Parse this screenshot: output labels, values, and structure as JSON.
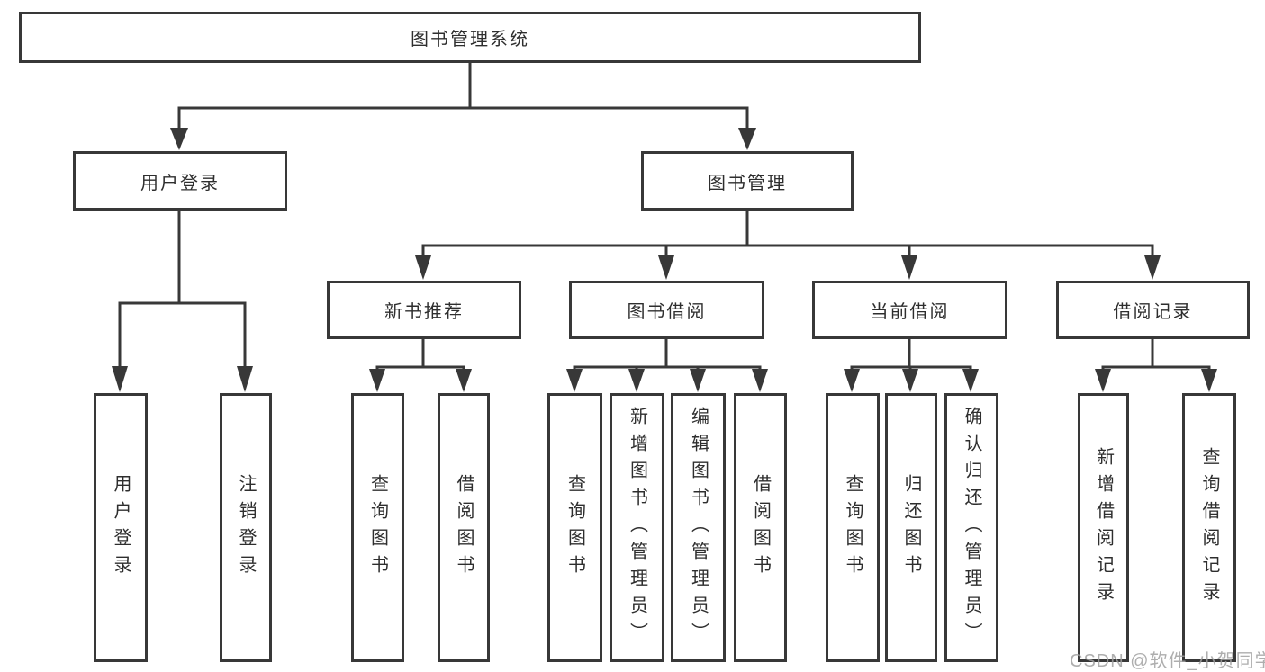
{
  "colors": {
    "line": "#383838",
    "text": "#2e2e2e",
    "box_background": "#ffffff",
    "watermark": "#a0a0a0",
    "background": "#ffffff"
  },
  "watermark": {
    "text": "CSDN @软件_小贺同学"
  },
  "tree": {
    "root": {
      "label": "图书管理系统"
    },
    "level2": [
      {
        "label": "用户登录",
        "children": [
          {
            "label": "用户登录"
          },
          {
            "label": "注销登录"
          }
        ]
      },
      {
        "label": "图书管理",
        "children": [
          {
            "label": "新书推荐",
            "children": [
              {
                "label": "查询图书"
              },
              {
                "label": "借阅图书"
              }
            ]
          },
          {
            "label": "图书借阅",
            "children": [
              {
                "label": "查询图书"
              },
              {
                "label": "新增图书（管理员）"
              },
              {
                "label": "编辑图书（管理员）"
              },
              {
                "label": "借阅图书"
              }
            ]
          },
          {
            "label": "当前借阅",
            "children": [
              {
                "label": "查询图书"
              },
              {
                "label": "归还图书"
              },
              {
                "label": "确认归还（管理员）"
              }
            ]
          },
          {
            "label": "借阅记录",
            "children": [
              {
                "label": "新增借阅记录"
              },
              {
                "label": "查询借阅记录"
              }
            ]
          }
        ]
      }
    ]
  }
}
